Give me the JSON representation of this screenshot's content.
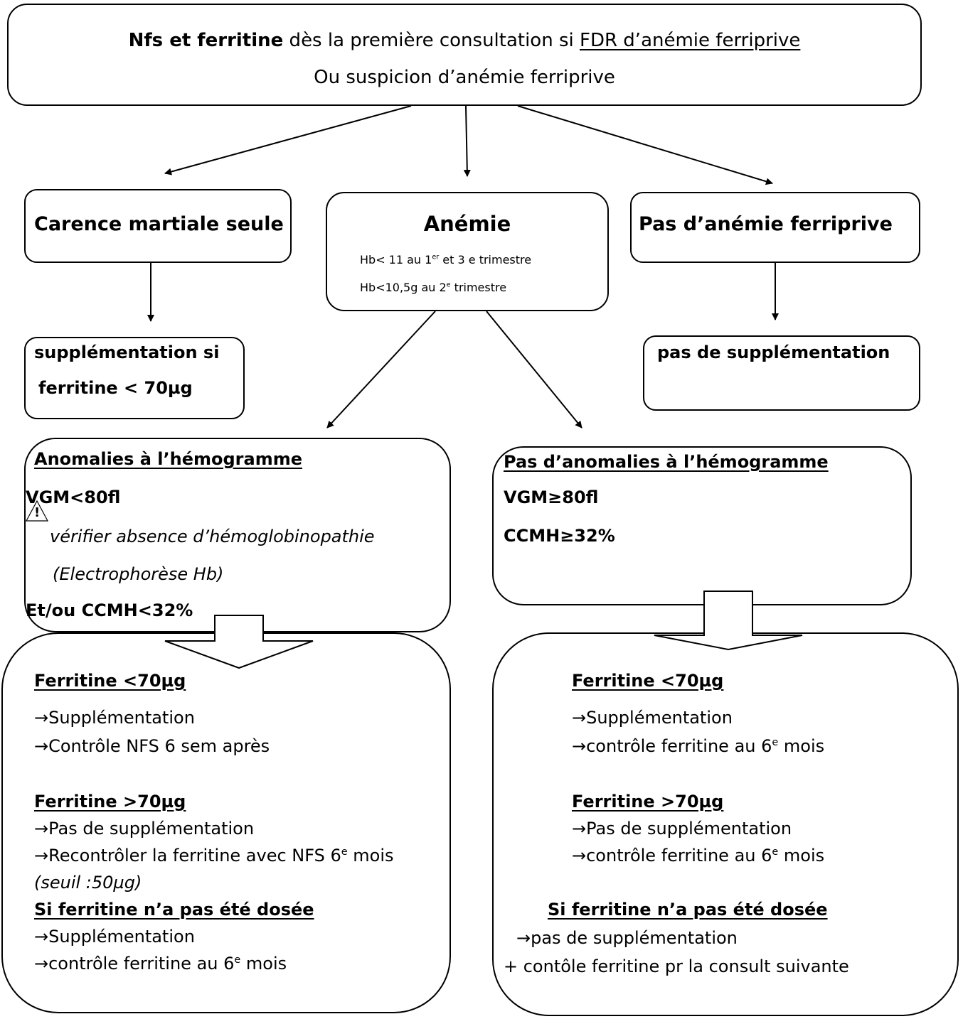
{
  "top": {
    "line1_bold": "Nfs et ferritine",
    "line1_mid": " dès la première consultation si ",
    "line1_underlined": "FDR d’anémie ferriprive",
    "line2": "Ou suspicion d’anémie ferriprive"
  },
  "left_box": {
    "title": "Carence martiale seule"
  },
  "center_box": {
    "title": "Anémie",
    "line1_a": "Hb< 11 au 1",
    "line1_sup": "er",
    "line1_b": " et 3 e trimestre",
    "line2_a": "Hb<10,5g au 2",
    "line2_sup": "e",
    "line2_b": " trimestre"
  },
  "right_box": {
    "title": "Pas d’anémie ferriprive"
  },
  "left_result": {
    "line1": "supplémentation si",
    "line2": "ferritine < 70µg"
  },
  "right_result": {
    "line1": "pas de supplémentation"
  },
  "anomalies_box": {
    "title": "Anomalies à l’hémogramme ",
    "vgm": "VGM<80fl",
    "warning_glyph": "!",
    "warning": "vérifier absence d’hémoglobinopathie",
    "electro": "(Electrophorèse Hb)",
    "ccmh": "Et/ou CCMH<32%"
  },
  "no_anomalies_box": {
    "title": "Pas d’anomalies à l’hémogramme",
    "vgm": "VGM≥80fl",
    "ccmh": "CCMH≥32%"
  },
  "left_bottom": {
    "h1": "Ferritine <70µg",
    "a1": "→Supplémentation",
    "a2": "→Contrôle NFS 6 sem après",
    "h2": "Ferritine >70µg",
    "b1": "→Pas de supplémentation",
    "b2_a": "→Recontrôler la ferritine avec NFS 6",
    "b2_sup": "e",
    "b2_b": " mois",
    "b3": "(seuil :50µg)",
    "h3": "Si ferritine n’a pas été dosée",
    "c1": "→Supplémentation",
    "c2_a": "→contrôle ferritine au 6",
    "c2_sup": "e",
    "c2_b": " mois"
  },
  "right_bottom": {
    "h1": "Ferritine <70µg",
    "a1": "→Supplémentation",
    "a2_a": "→contrôle ferritine au 6",
    "a2_sup": "e",
    "a2_b": " mois",
    "h2": "Ferritine >70µg",
    "b1": "→Pas de supplémentation",
    "b2_a": "→contrôle ferritine au 6",
    "b2_sup": "e",
    "b2_b": " mois",
    "h3": "Si ferritine n’a pas été dosée",
    "c1": "→pas de supplémentation",
    "c2": "+ contôle  ferritine pr la consult suivante"
  }
}
